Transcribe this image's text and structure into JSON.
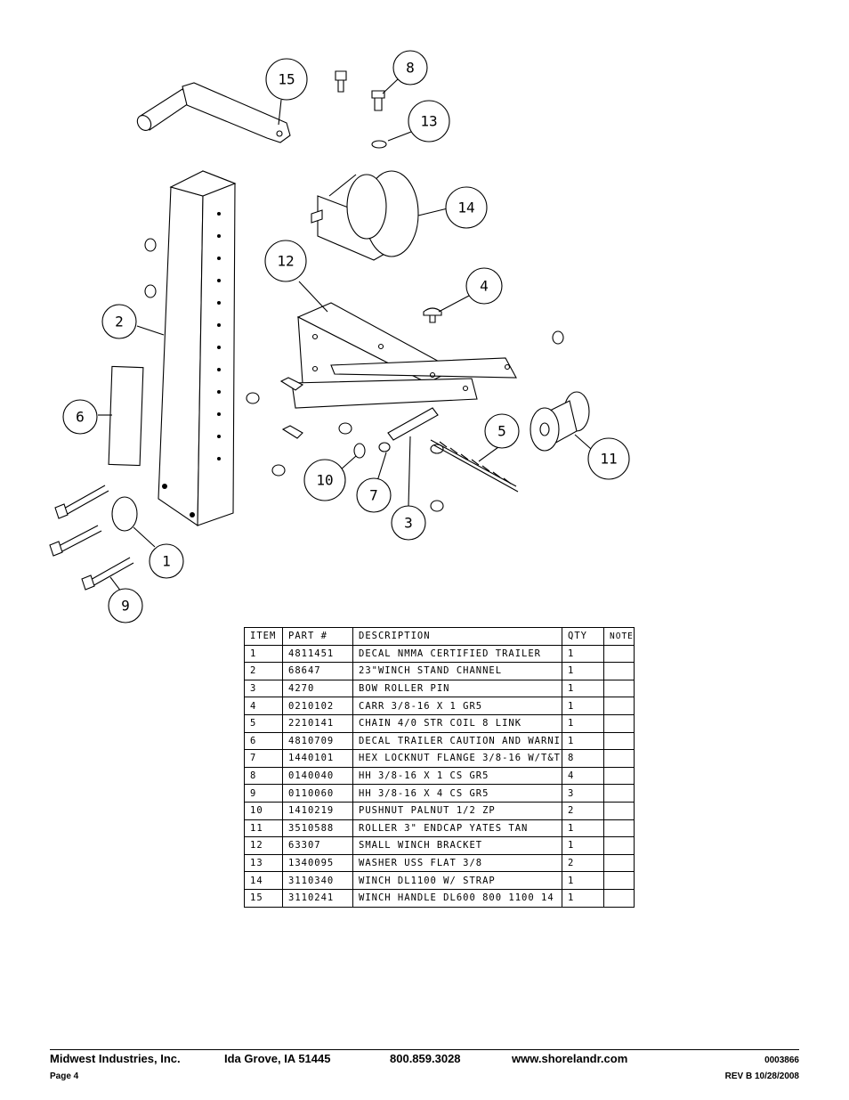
{
  "callouts": [
    "15",
    "8",
    "13",
    "14",
    "12",
    "4",
    "2",
    "6",
    "5",
    "11",
    "10",
    "7",
    "3",
    "1",
    "9"
  ],
  "parts_table": {
    "headers": [
      "ITEM",
      "PART #",
      "DESCRIPTION",
      "QTY",
      "NOTE"
    ],
    "rows": [
      [
        "1",
        "4811451",
        "DECAL NMMA CERTIFIED TRAILER",
        "1",
        ""
      ],
      [
        "2",
        "68647",
        "23\"WINCH STAND CHANNEL",
        "1",
        ""
      ],
      [
        "3",
        "4270",
        "BOW ROLLER PIN",
        "1",
        ""
      ],
      [
        "4",
        "0210102",
        "CARR 3/8-16 X 1 GR5",
        "1",
        ""
      ],
      [
        "5",
        "2210141",
        "CHAIN 4/0 STR COIL 8 LINK",
        "1",
        ""
      ],
      [
        "6",
        "4810709",
        "DECAL TRAILER CAUTION AND WARNI",
        "1",
        ""
      ],
      [
        "7",
        "1440101",
        "HEX LOCKNUT FLANGE 3/8-16 W/T&T",
        "8",
        ""
      ],
      [
        "8",
        "0140040",
        "HH 3/8-16 X 1 CS GR5",
        "4",
        ""
      ],
      [
        "9",
        "0110060",
        "HH 3/8-16 X 4 CS GR5",
        "3",
        ""
      ],
      [
        "10",
        "1410219",
        "PUSHNUT PALNUT 1/2 ZP",
        "2",
        ""
      ],
      [
        "11",
        "3510588",
        "ROLLER 3\" ENDCAP YATES TAN",
        "1",
        ""
      ],
      [
        "12",
        "63307",
        "SMALL WINCH BRACKET",
        "1",
        ""
      ],
      [
        "13",
        "1340095",
        "WASHER USS FLAT 3/8",
        "2",
        ""
      ],
      [
        "14",
        "3110340",
        "WINCH DL1100 W/ STRAP",
        "1",
        ""
      ],
      [
        "15",
        "3110241",
        "WINCH HANDLE   DL600 800 1100 14",
        "1",
        ""
      ]
    ]
  },
  "footer": {
    "company": "Midwest Industries, Inc.",
    "location": "Ida Grove, IA  51445",
    "phone": "800.859.3028",
    "website": "www.shorelandr.com",
    "doc_number": "0003866",
    "page": "Page 4",
    "revision": "REV B  10/28/2008"
  }
}
